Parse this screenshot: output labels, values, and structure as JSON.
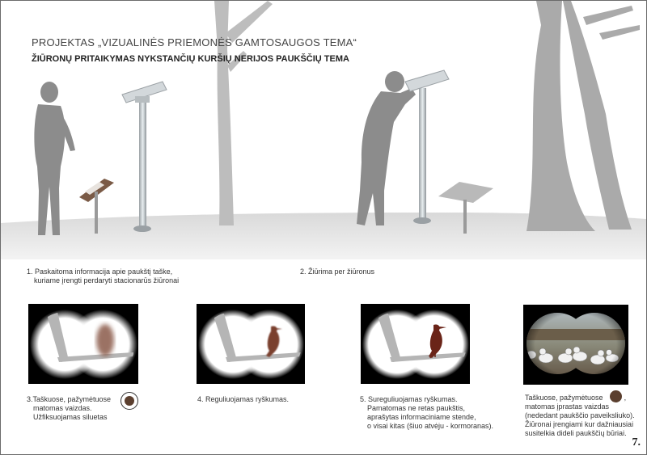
{
  "title": {
    "project": "PROJEKTAS „VIZUALINĖS PRIEMONĖS GAMTOSAUGOS TEMA“",
    "subtitle": "ŽIŪRONŲ PRITAIKYMAS NYKSTANČIŲ KURŠIŲ NERIJOS PAUKŠČIŲ TEMA"
  },
  "steps": {
    "step1": {
      "line1": "1. Paskaitoma informacija apie paukštį taške,",
      "line2": "kuriame įrengti perdaryti stacionarūs žiūronai"
    },
    "step2": {
      "line1": "2. Žiūrima per žiūronus"
    }
  },
  "views": [
    {
      "line1": "3.Taškuose, pažymėtuose",
      "line2": "matomas vaizdas.",
      "line3": "Užfiksuojamas siluetas",
      "line4": ""
    },
    {
      "line1": "4. Reguliuojamas ryškumas.",
      "line2": "",
      "line3": "",
      "line4": ""
    },
    {
      "line1": "5. Sureguliuojamas ryškumas.",
      "line2": "Pamatomas ne retas paukštis,",
      "line3": "aprašytas informaciniame stende,",
      "line4": "o visai kitas (šiuo atvėju - kormoranas)."
    },
    {
      "line1": "Taškuose, pažymėtuose",
      "line1b": ",",
      "line2": "matomas įprastas vaizdas",
      "line3": "(nededant paukščio paveiksliuko).",
      "line4": "Žiūronai įrengiami kur dažniausiai",
      "line5": "susitelkia dideli paukščių būriai."
    }
  ],
  "page_number": "7.",
  "colors": {
    "silhouette": "#8c8c8c",
    "tree": "#b0b0b0",
    "ground": "#e6e6e6",
    "bird": "#5b3f2f",
    "marker": "#5b3f2f"
  }
}
